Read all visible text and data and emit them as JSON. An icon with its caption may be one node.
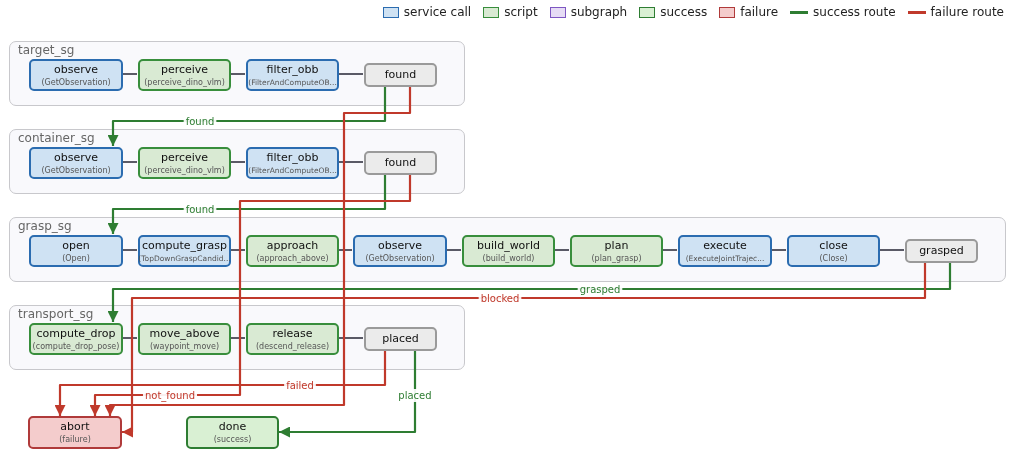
{
  "diagram": {
    "nodes": [
      {
        "text": [
          "target_sg"
        ]
      },
      {
        "text": [
          "observe",
          "(GetObservation)"
        ],
        "in": 0
      },
      {
        "text": [
          "perceive",
          "(perceive_dino_vlm)"
        ],
        "in": 0
      },
      {
        "text": [
          "filter_obb",
          "(FilterAndComputeOB..."
        ],
        "in": 0
      },
      {
        "text": [
          "found"
        ],
        "in": 0
      },
      {
        "text": [
          "container_sg"
        ]
      },
      {
        "text": [
          "observe",
          "(GetObservation)"
        ],
        "in": 5
      },
      {
        "text": [
          "perceive",
          "(perceive_dino_vlm)"
        ],
        "in": 5
      },
      {
        "text": [
          "filter_obb",
          "(FilterAndComputeOB..."
        ],
        "in": 5
      },
      {
        "text": [
          "found"
        ],
        "in": 5
      },
      {
        "text": [
          "grasp_sg"
        ]
      },
      {
        "text": [
          "open",
          "(Open)"
        ],
        "in": 10
      },
      {
        "text": [
          "compute_grasp",
          "(TopDownGraspCandid..."
        ],
        "in": 10
      },
      {
        "text": [
          "approach",
          "(approach_above)"
        ],
        "in": 10
      },
      {
        "text": [
          "observe",
          "(GetObservation)"
        ],
        "in": 10
      },
      {
        "text": [
          "build_world",
          "(build_world)"
        ],
        "in": 10
      },
      {
        "text": [
          "plan",
          "(plan_grasp)"
        ],
        "in": 10
      },
      {
        "text": [
          "execute",
          "(ExecuteJointTrajec..."
        ],
        "in": 10
      },
      {
        "text": [
          "close",
          "(Close)"
        ],
        "in": 10
      },
      {
        "text": [
          "grasped"
        ],
        "in": 10
      },
      {
        "text": [
          "transport_sg"
        ]
      },
      {
        "text": [
          "compute_drop",
          "(compute_drop_pose)"
        ],
        "in": 20
      },
      {
        "text": [
          "move_above",
          "(waypoint_move)"
        ],
        "in": 20
      },
      {
        "text": [
          "release",
          "(descend_release)"
        ],
        "in": 20
      },
      {
        "text": [
          "placed"
        ],
        "in": 20
      },
      {
        "text": [
          "abort",
          "(failure)"
        ]
      },
      {
        "text": [
          "done",
          "(success)"
        ]
      }
    ],
    "edges": [
      {
        "from": 1,
        "to": 2,
        "arrow": "none"
      },
      {
        "from": 2,
        "to": 3,
        "arrow": "none"
      },
      {
        "from": 3,
        "to": 4,
        "arrow": "none"
      },
      {
        "from": 6,
        "to": 7,
        "arrow": "none"
      },
      {
        "from": 7,
        "to": 8,
        "arrow": "none"
      },
      {
        "from": 8,
        "to": 9,
        "arrow": "none"
      },
      {
        "from": 11,
        "to": 12,
        "arrow": "none"
      },
      {
        "from": 12,
        "to": 13,
        "arrow": "none"
      },
      {
        "from": 13,
        "to": 14,
        "arrow": "none"
      },
      {
        "from": 14,
        "to": 15,
        "arrow": "none"
      },
      {
        "from": 15,
        "to": 16,
        "arrow": "none"
      },
      {
        "from": 16,
        "to": 17,
        "arrow": "none"
      },
      {
        "from": 17,
        "to": 18,
        "arrow": "none"
      },
      {
        "from": 18,
        "to": 19,
        "arrow": "none"
      },
      {
        "from": 21,
        "to": 22,
        "arrow": "none"
      },
      {
        "from": 22,
        "to": 23,
        "arrow": "none"
      },
      {
        "from": 23,
        "to": 24,
        "arrow": "none"
      },
      {
        "from": 4,
        "to": 6,
        "arrow": "to",
        "label": "found",
        "color": "#2e7d32"
      },
      {
        "from": 9,
        "to": 11,
        "arrow": "to",
        "label": "found",
        "color": "#2e7d32"
      },
      {
        "from": 19,
        "to": 21,
        "arrow": "to",
        "label": "grasped",
        "color": "#2e7d32"
      },
      {
        "from": 24,
        "to": 26,
        "arrow": "to",
        "label": "placed",
        "color": "#2e7d32"
      },
      {
        "from": 4,
        "to": 25,
        "arrow": "to",
        "color": "#c0392b"
      },
      {
        "from": 9,
        "to": 25,
        "arrow": "to",
        "label": "not_found",
        "color": "#c0392b"
      },
      {
        "from": 19,
        "to": 25,
        "arrow": "to",
        "label": "blocked",
        "color": "#c0392b"
      },
      {
        "from": 24,
        "to": 25,
        "arrow": "to",
        "label": "failed",
        "color": "#c0392b"
      }
    ],
    "legend": [
      {
        "text": "service call",
        "color": "#cfe2f3"
      },
      {
        "text": "script",
        "color": "#d9ead3"
      },
      {
        "text": "subgraph",
        "color": "#e6dcf5"
      },
      {
        "text": "success",
        "color": "#d9f0d3"
      },
      {
        "text": "failure",
        "color": "#f4cccc"
      },
      {
        "text": "success route"
      },
      {
        "text": "failure route"
      }
    ]
  }
}
